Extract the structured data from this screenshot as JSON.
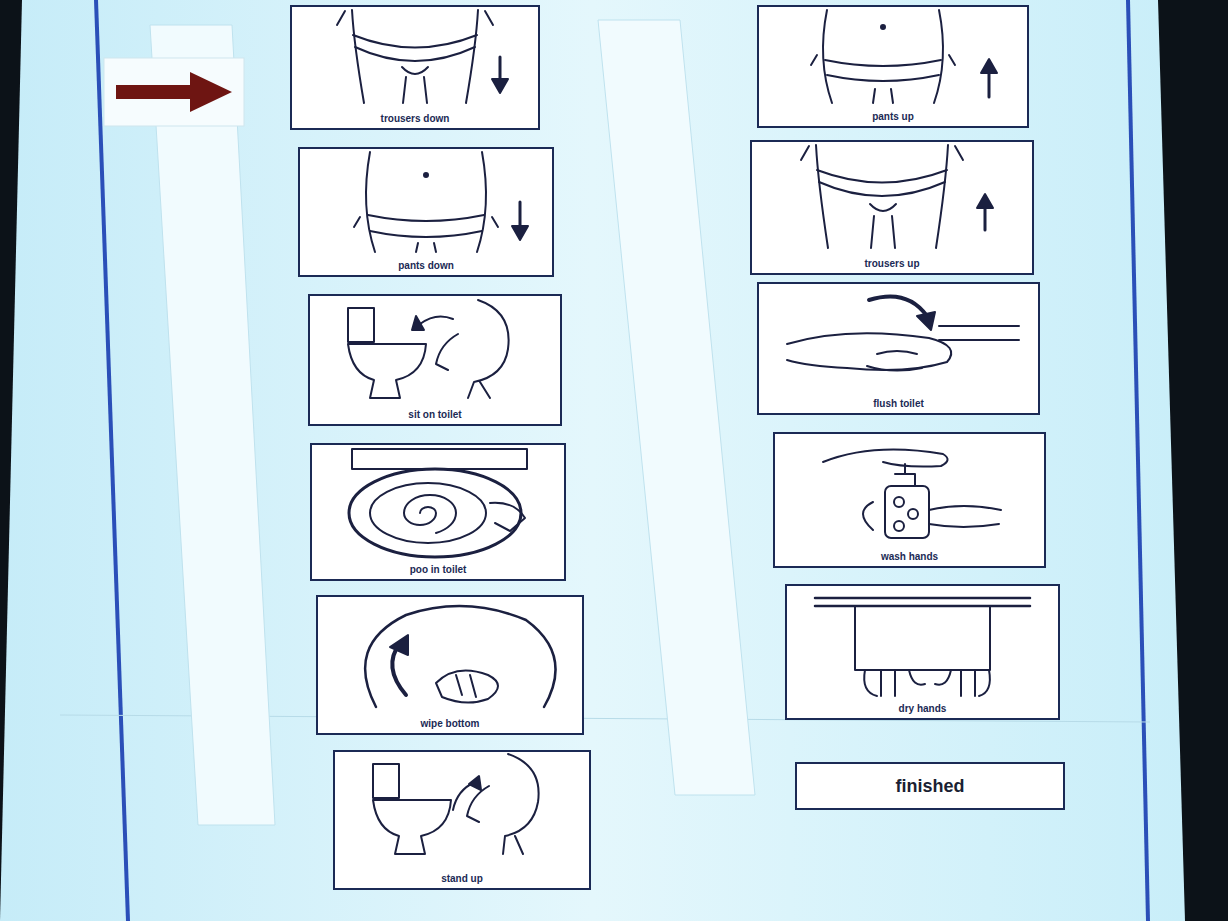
{
  "diagram": {
    "nodes": [
      {
        "text": [
          "trousers down"
        ]
      },
      {
        "text": [
          "pants down"
        ]
      },
      {
        "text": [
          "sit on toilet"
        ]
      },
      {
        "text": [
          "poo in toilet"
        ]
      },
      {
        "text": [
          "wipe bottom"
        ]
      },
      {
        "text": [
          "stand up"
        ]
      },
      {
        "text": [
          "pants up"
        ]
      },
      {
        "text": [
          "trousers up"
        ]
      },
      {
        "text": [
          "flush toilet"
        ]
      },
      {
        "text": [
          "wash hands"
        ]
      },
      {
        "text": [
          "dry hands"
        ]
      },
      {
        "text": [
          "finished"
        ]
      }
    ]
  }
}
